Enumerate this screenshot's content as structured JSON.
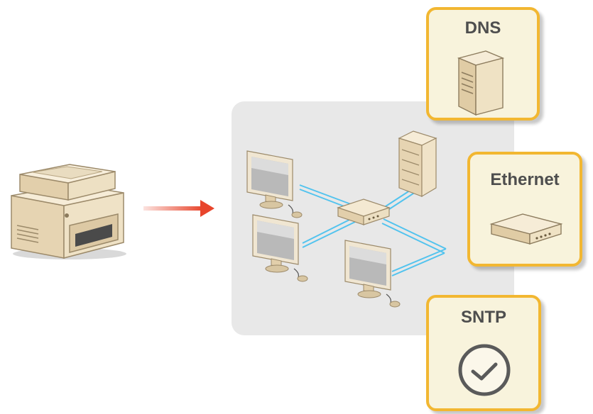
{
  "services": {
    "dns": {
      "label": "DNS",
      "icon": "server-tower-icon"
    },
    "ethernet": {
      "label": "Ethernet",
      "icon": "network-hub-icon"
    },
    "sntp": {
      "label": "SNTP",
      "icon": "clock-icon"
    }
  },
  "colors": {
    "tile_border": "#f2b731",
    "tile_fill": "#f8f3dc",
    "network_panel": "#e8e8e8",
    "cable": "#52c3ee",
    "arrow": "#e8452c"
  }
}
